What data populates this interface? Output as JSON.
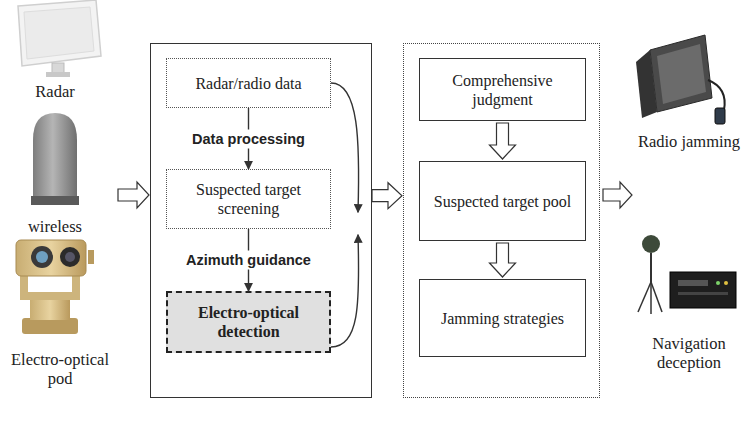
{
  "diagram": {
    "nodes": [
      {
        "text": []
      },
      {
        "text": [
          "Radar/radio data"
        ],
        "in": 0
      },
      {
        "text": [
          "Suspected target screening"
        ],
        "in": 0
      },
      {
        "text": [
          "Electro-optical detection"
        ],
        "in": 0
      },
      {
        "text": []
      },
      {
        "text": [
          "Comprehensive judgment"
        ],
        "in": 4
      },
      {
        "text": [
          "Suspected target pool"
        ],
        "in": 4
      },
      {
        "text": [
          "Jamming strategies"
        ],
        "in": 4
      }
    ],
    "edges": [
      {
        "from": 1,
        "to": 2,
        "label": "Data processing",
        "arrow": "to"
      },
      {
        "from": 2,
        "to": 3,
        "label": "Azimuth guidance",
        "arrow": "to"
      },
      {
        "from": 1,
        "to": 0,
        "arrow": "to"
      },
      {
        "from": 3,
        "to": 0,
        "arrow": "to"
      },
      {
        "from": 0,
        "to": 4,
        "arrow": "to"
      },
      {
        "from": 5,
        "to": 6,
        "arrow": "to"
      },
      {
        "from": 6,
        "to": 7,
        "arrow": "to"
      }
    ],
    "labels": [
      "Radar",
      "wireless",
      "Electro-optical pod",
      "Radio jamming",
      "Navigation deception"
    ]
  }
}
